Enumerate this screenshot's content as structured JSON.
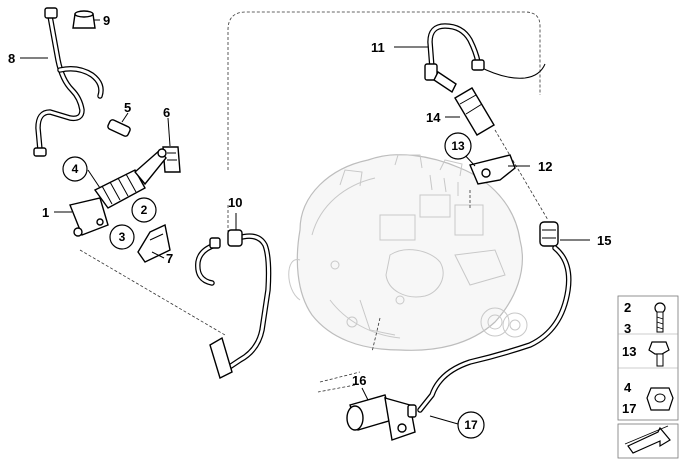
{
  "title": "",
  "callouts": [
    {
      "id": "c1",
      "text": "1"
    },
    {
      "id": "c2",
      "text": "2"
    },
    {
      "id": "c3",
      "text": "3"
    },
    {
      "id": "c4",
      "text": "4"
    },
    {
      "id": "c5",
      "text": "5"
    },
    {
      "id": "c6",
      "text": "6"
    },
    {
      "id": "c7",
      "text": "7"
    },
    {
      "id": "c8",
      "text": "8"
    },
    {
      "id": "c9",
      "text": "9"
    },
    {
      "id": "c10",
      "text": "10"
    },
    {
      "id": "c11",
      "text": "11"
    },
    {
      "id": "c12",
      "text": "12"
    },
    {
      "id": "c13",
      "text": "13"
    },
    {
      "id": "c14",
      "text": "14"
    },
    {
      "id": "c15",
      "text": "15"
    },
    {
      "id": "c16",
      "text": "16"
    },
    {
      "id": "c17",
      "text": "17"
    }
  ],
  "legend": {
    "rows": [
      {
        "labels": [
          "2",
          "3"
        ],
        "icon": "bolt-icon"
      },
      {
        "labels": [
          "13"
        ],
        "icon": "flange-bolt-icon"
      },
      {
        "labels": [
          "4",
          "17"
        ],
        "icon": "nut-icon"
      }
    ]
  },
  "parts_catalog_icon": "arrow-icon"
}
